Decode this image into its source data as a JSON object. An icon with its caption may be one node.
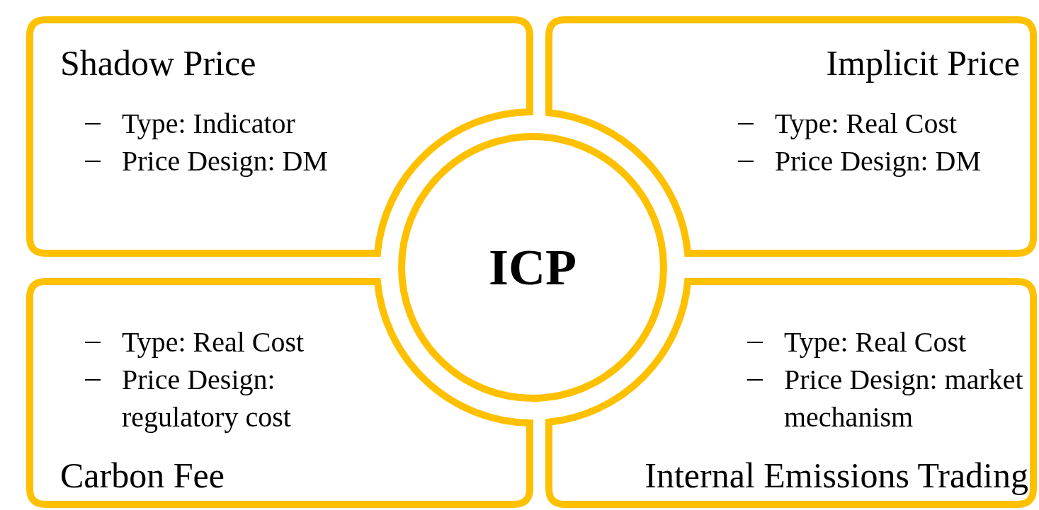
{
  "diagram": {
    "nodes": [
      {
        "text": [
          "Shadow Price",
          "Type: Indicator",
          "Price Design: DM"
        ]
      },
      {
        "text": [
          "Implicit Price",
          "Type: Real Cost",
          "Price Design: DM"
        ]
      },
      {
        "text": [
          "Type: Real Cost",
          "Price Design: regulatory cost",
          "Carbon Fee"
        ]
      },
      {
        "text": [
          "Type: Real Cost",
          "Price Design: market mechanism",
          "Internal Emissions Trading"
        ]
      },
      {
        "text": [
          "ICP"
        ]
      }
    ],
    "edges": []
  }
}
